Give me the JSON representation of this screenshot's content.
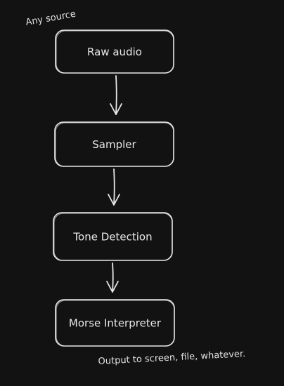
{
  "diagram": {
    "nodes": [
      {
        "id": "raw-audio",
        "label": "Raw audio"
      },
      {
        "id": "sampler",
        "label": "Sampler"
      },
      {
        "id": "tone-detection",
        "label": "Tone Detection"
      },
      {
        "id": "morse-interpreter",
        "label": "Morse Interpreter"
      }
    ],
    "edges": [
      {
        "from": "raw-audio",
        "to": "sampler"
      },
      {
        "from": "sampler",
        "to": "tone-detection"
      },
      {
        "from": "tone-detection",
        "to": "morse-interpreter"
      }
    ],
    "input_note": "Any source",
    "output_note": "Output to screen, file, whatever."
  },
  "colors": {
    "background": "#121212",
    "stroke": "#e8e8e8"
  }
}
